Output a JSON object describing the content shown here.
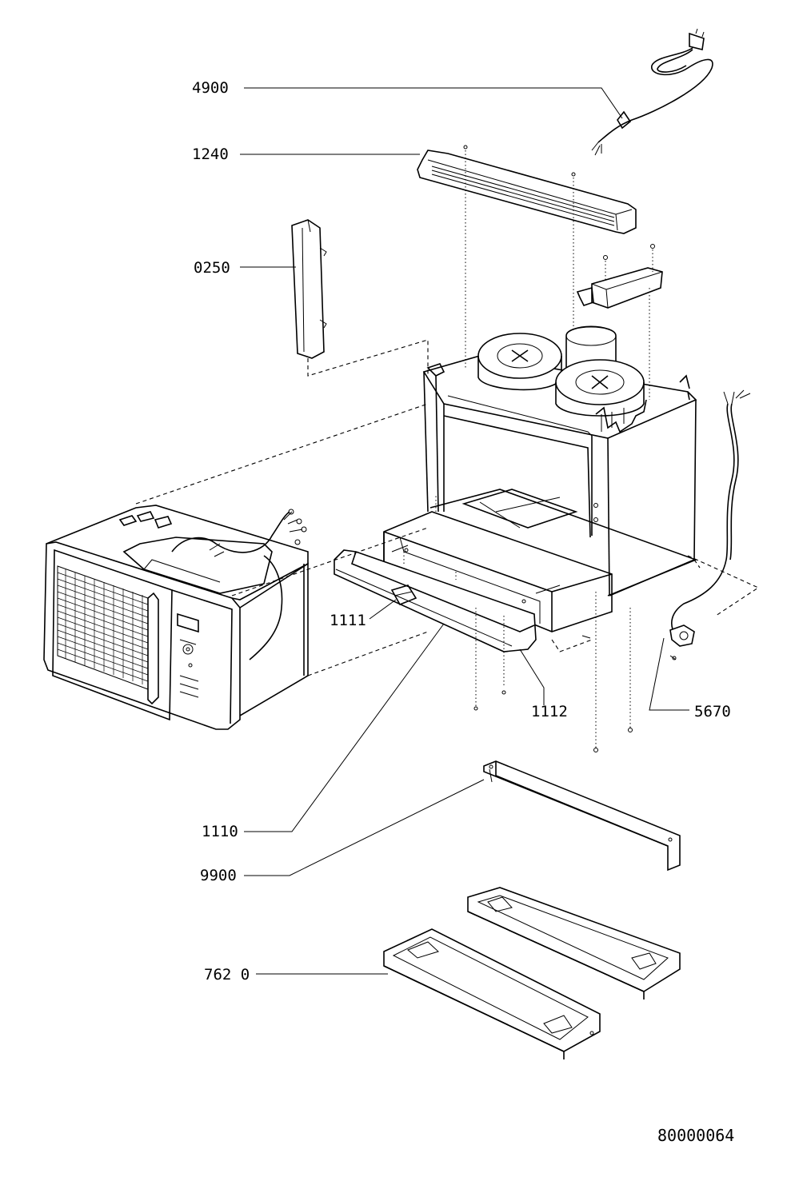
{
  "diagram": {
    "callouts": [
      {
        "id": "4900",
        "label": "4900"
      },
      {
        "id": "1240",
        "label": "1240"
      },
      {
        "id": "0250",
        "label": "0250"
      },
      {
        "id": "1111",
        "label": "1111"
      },
      {
        "id": "1112",
        "label": "1112"
      },
      {
        "id": "5670",
        "label": "5670"
      },
      {
        "id": "1110",
        "label": "1110"
      },
      {
        "id": "9900",
        "label": "9900"
      },
      {
        "id": "7620",
        "label": "762 0"
      }
    ],
    "document_number": "80000064"
  }
}
